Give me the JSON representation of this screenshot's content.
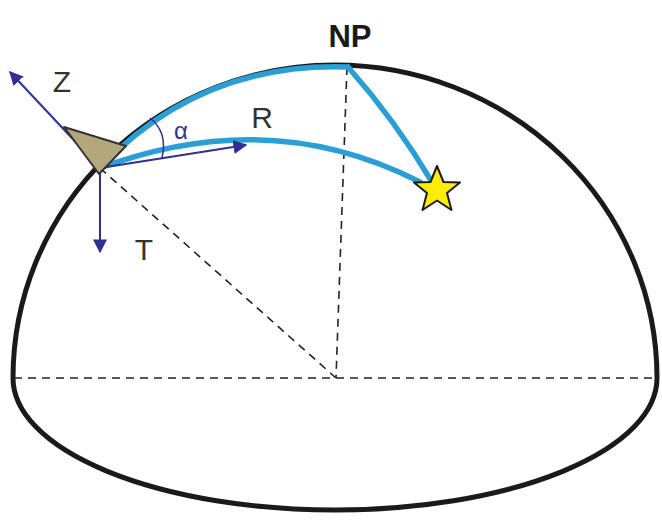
{
  "diagram": {
    "labels": [
      "NP",
      "Z",
      "R",
      "T",
      "α"
    ]
  }
}
